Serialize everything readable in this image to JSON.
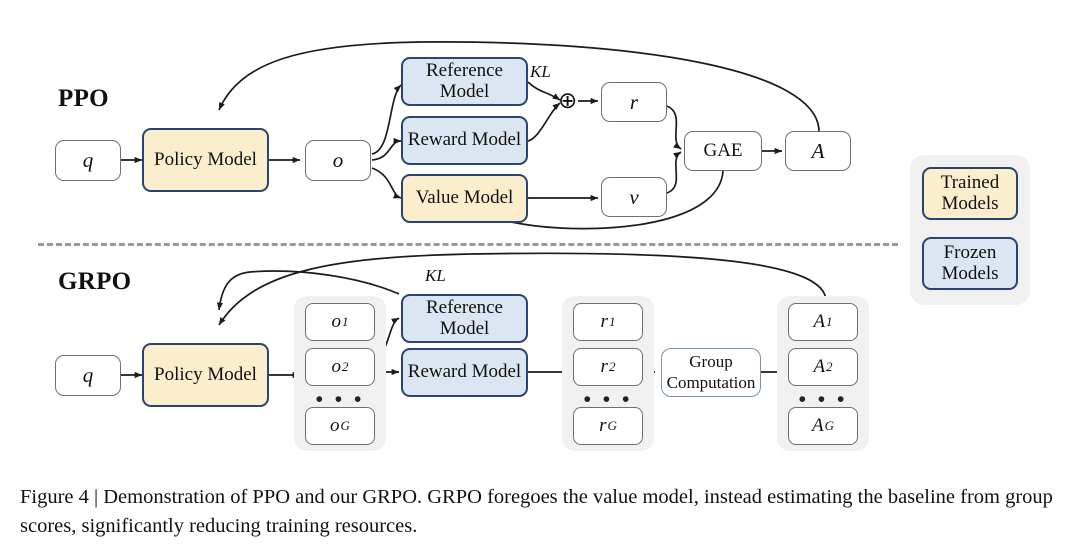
{
  "figure": {
    "caption": "Figure 4 | Demonstration of PPO and our GRPO. GRPO foregoes the value model, instead estimating the baseline from group scores, significantly reducing training resources."
  },
  "colors": {
    "trained_fill": "#fbeecd",
    "frozen_fill": "#dce6f2",
    "model_border": "#2b4370",
    "group_container": "#f1f1f1",
    "divider": "#9a9a9a",
    "wire": "#1c1c1c"
  },
  "ppo": {
    "title": "PPO",
    "kl_label": "KL",
    "plus_symbol": "⊕",
    "nodes": {
      "query": "q",
      "policy_model": "Policy Model",
      "output": "o",
      "reference_model": "Reference Model",
      "reward_model": "Reward Model",
      "value_model": "Value Model",
      "reward": "r",
      "value": "v",
      "gae": "GAE",
      "advantage": "A"
    }
  },
  "grpo": {
    "title": "GRPO",
    "kl_label": "KL",
    "nodes": {
      "query": "q",
      "policy_model": "Policy Model",
      "reference_model": "Reference Model",
      "reward_model": "Reward Model",
      "group_computation": "Group Computation"
    },
    "outputs": {
      "ellipsis": "• • •",
      "items": [
        "o",
        "o",
        "o"
      ],
      "subs": [
        "1",
        "2",
        "G"
      ]
    },
    "rewards": {
      "ellipsis": "• • •",
      "items": [
        "r",
        "r",
        "r"
      ],
      "subs": [
        "1",
        "2",
        "G"
      ]
    },
    "advantages": {
      "ellipsis": "• • •",
      "items": [
        "A",
        "A",
        "A"
      ],
      "subs": [
        "1",
        "2",
        "G"
      ]
    }
  },
  "legend": {
    "trained": "Trained Models",
    "frozen": "Frozen Models"
  }
}
